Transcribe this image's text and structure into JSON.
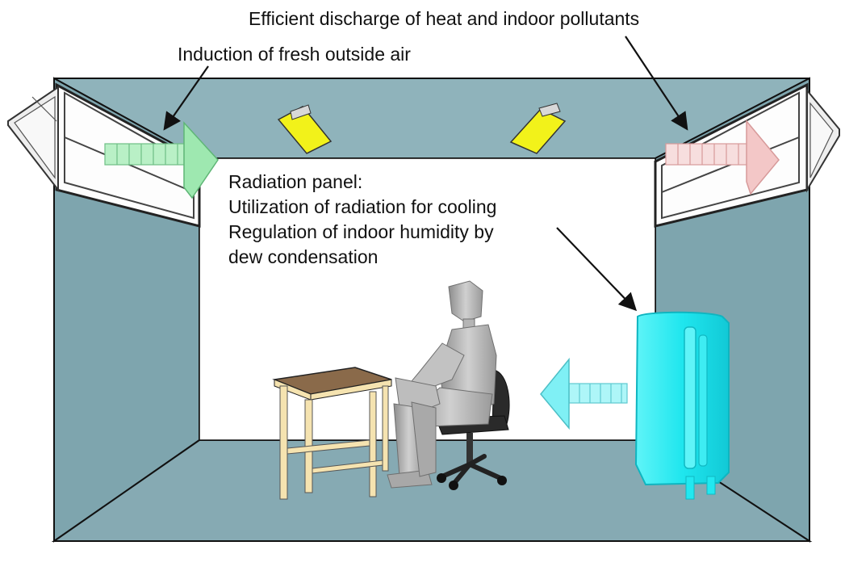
{
  "labels": {
    "discharge": "Efficient discharge of heat and indoor pollutants",
    "induction": "Induction of fresh outside air",
    "panel": [
      "Radiation panel:",
      "Utilization of radiation for cooling",
      "Regulation of indoor humidity by",
      "dew condensation"
    ]
  },
  "colors": {
    "ceiling": "#8fb3bb",
    "walls": "#7ea5ae",
    "floor": "#86aab3",
    "back_wall": "#ffffff",
    "fresh_air_arrow": "#9ee8b0",
    "exhaust_arrow": "#f3c7c7",
    "radiation_panel": "#22e8f0",
    "panel_arrow": "#7ff0f5",
    "ceiling_lights": "#f2f21a",
    "desk_top": "#8a6a4a",
    "desk_legs": "#f5e3b0",
    "person": "#b9b9b9",
    "chair": "#2a2a2a"
  }
}
